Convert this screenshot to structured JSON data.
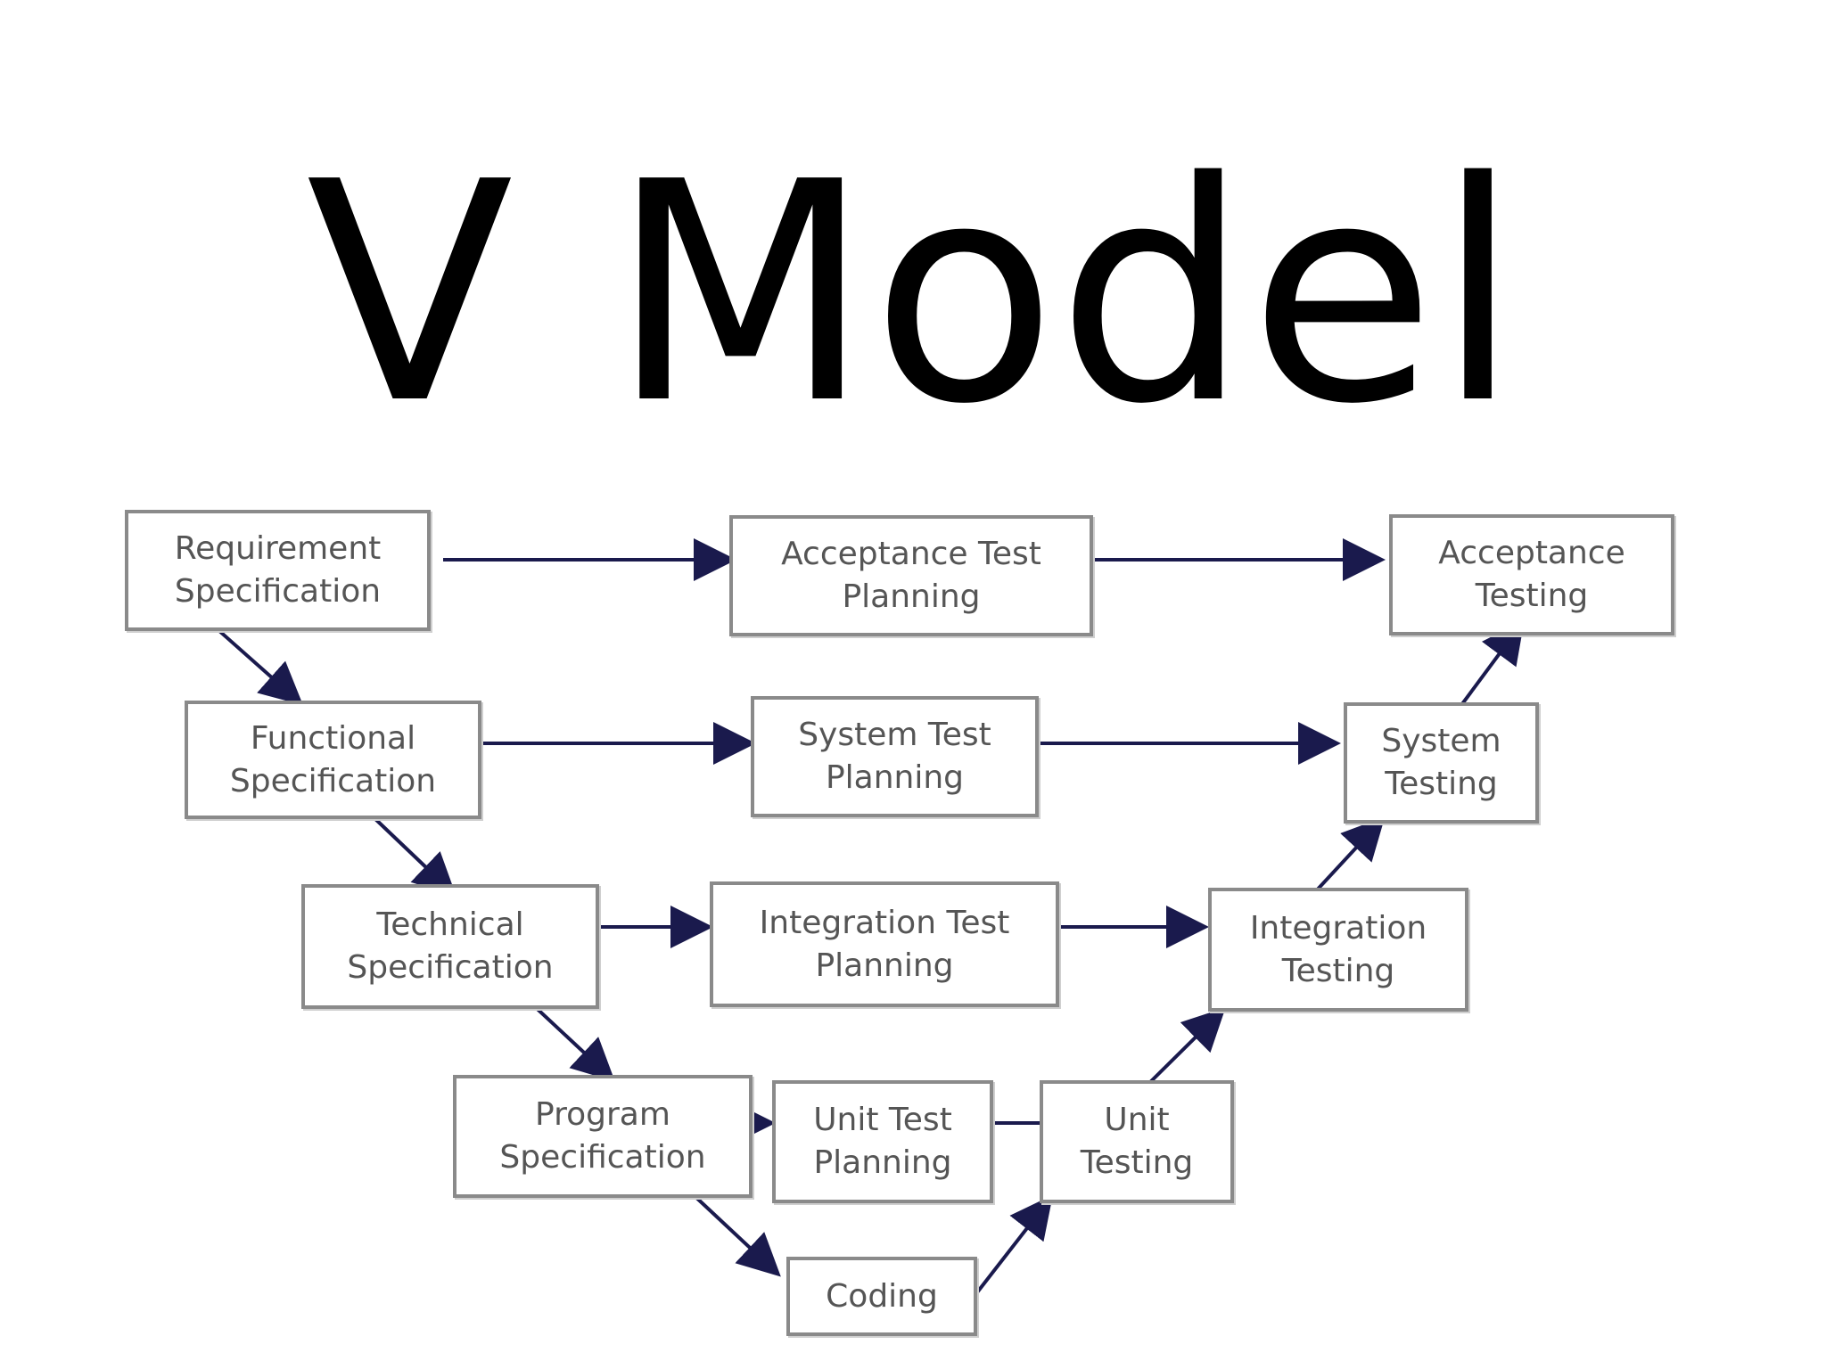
{
  "title": "V Model",
  "colors": {
    "arrow": "#1a1a4d",
    "box_border": "#8a8a8a",
    "box_text": "#555555",
    "title": "#000000"
  },
  "nodes": {
    "requirement_specification": "Requirement Specification",
    "acceptance_test_planning": "Acceptance Test Planning",
    "acceptance_testing": "Acceptance Testing",
    "functional_specification": "Functional Specification",
    "system_test_planning": "System Test Planning",
    "system_testing": "System Testing",
    "technical_specification": "Technical Specification",
    "integration_test_planning": "Integration Test Planning",
    "integration_testing": "Integration Testing",
    "program_specification": "Program Specification",
    "unit_test_planning": "Unit Test Planning",
    "unit_testing": "Unit Testing",
    "coding": "Coding"
  },
  "edges": [
    {
      "from": "requirement_specification",
      "to": "acceptance_test_planning"
    },
    {
      "from": "acceptance_test_planning",
      "to": "acceptance_testing"
    },
    {
      "from": "functional_specification",
      "to": "system_test_planning"
    },
    {
      "from": "system_test_planning",
      "to": "system_testing"
    },
    {
      "from": "technical_specification",
      "to": "integration_test_planning"
    },
    {
      "from": "integration_test_planning",
      "to": "integration_testing"
    },
    {
      "from": "program_specification",
      "to": "unit_test_planning"
    },
    {
      "from": "unit_test_planning",
      "to": "unit_testing"
    },
    {
      "from": "requirement_specification",
      "to": "functional_specification"
    },
    {
      "from": "functional_specification",
      "to": "technical_specification"
    },
    {
      "from": "technical_specification",
      "to": "program_specification"
    },
    {
      "from": "program_specification",
      "to": "coding"
    },
    {
      "from": "coding",
      "to": "unit_testing"
    },
    {
      "from": "unit_testing",
      "to": "integration_testing"
    },
    {
      "from": "integration_testing",
      "to": "system_testing"
    },
    {
      "from": "system_testing",
      "to": "acceptance_testing"
    }
  ]
}
